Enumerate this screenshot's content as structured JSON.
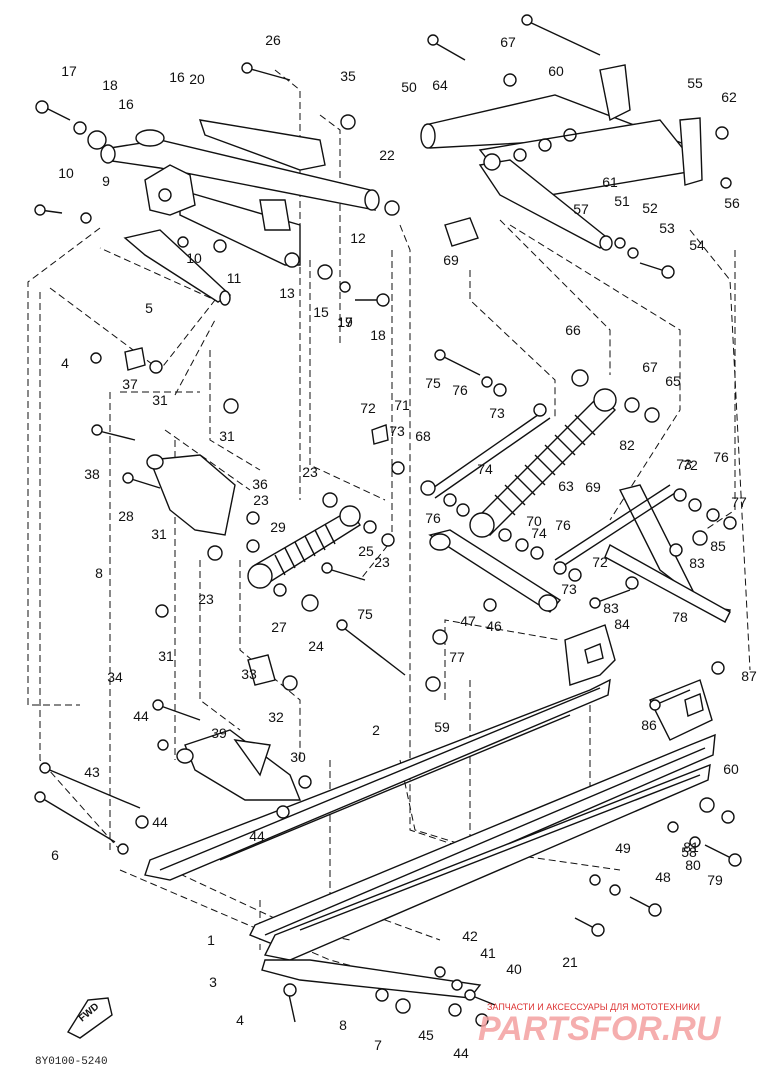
{
  "diagram": {
    "doc_code": "8Y0100-5240",
    "fwd_label": "FWD",
    "watermark_top": "ЗАПЧАСТИ И АКСЕССУАРЫ ДЛЯ МОТОТЕХНИКИ",
    "watermark_main": "PARTSFOR.RU",
    "callouts": [
      "1",
      "2",
      "3",
      "4",
      "4",
      "5",
      "6",
      "7",
      "8",
      "8",
      "9",
      "10",
      "10",
      "11",
      "12",
      "13",
      "15",
      "16",
      "16",
      "17",
      "17",
      "18",
      "18",
      "19",
      "20",
      "21",
      "22",
      "23",
      "23",
      "23",
      "23",
      "24",
      "25",
      "26",
      "27",
      "28",
      "29",
      "30",
      "31",
      "31",
      "31",
      "31",
      "32",
      "33",
      "34",
      "35",
      "36",
      "37",
      "38",
      "39",
      "40",
      "41",
      "42",
      "43",
      "44",
      "44",
      "44",
      "44",
      "45",
      "46",
      "47",
      "48",
      "49",
      "50",
      "51",
      "52",
      "53",
      "54",
      "55",
      "56",
      "57",
      "58",
      "59",
      "60",
      "60",
      "61",
      "62",
      "63",
      "64",
      "65",
      "66",
      "67",
      "67",
      "68",
      "69",
      "69",
      "70",
      "71",
      "72",
      "72",
      "72",
      "73",
      "73",
      "73",
      "73",
      "74",
      "74",
      "75",
      "75",
      "76",
      "76",
      "76",
      "76",
      "77",
      "77",
      "78",
      "79",
      "80",
      "81",
      "82",
      "83",
      "83",
      "84",
      "85",
      "86",
      "87"
    ]
  }
}
